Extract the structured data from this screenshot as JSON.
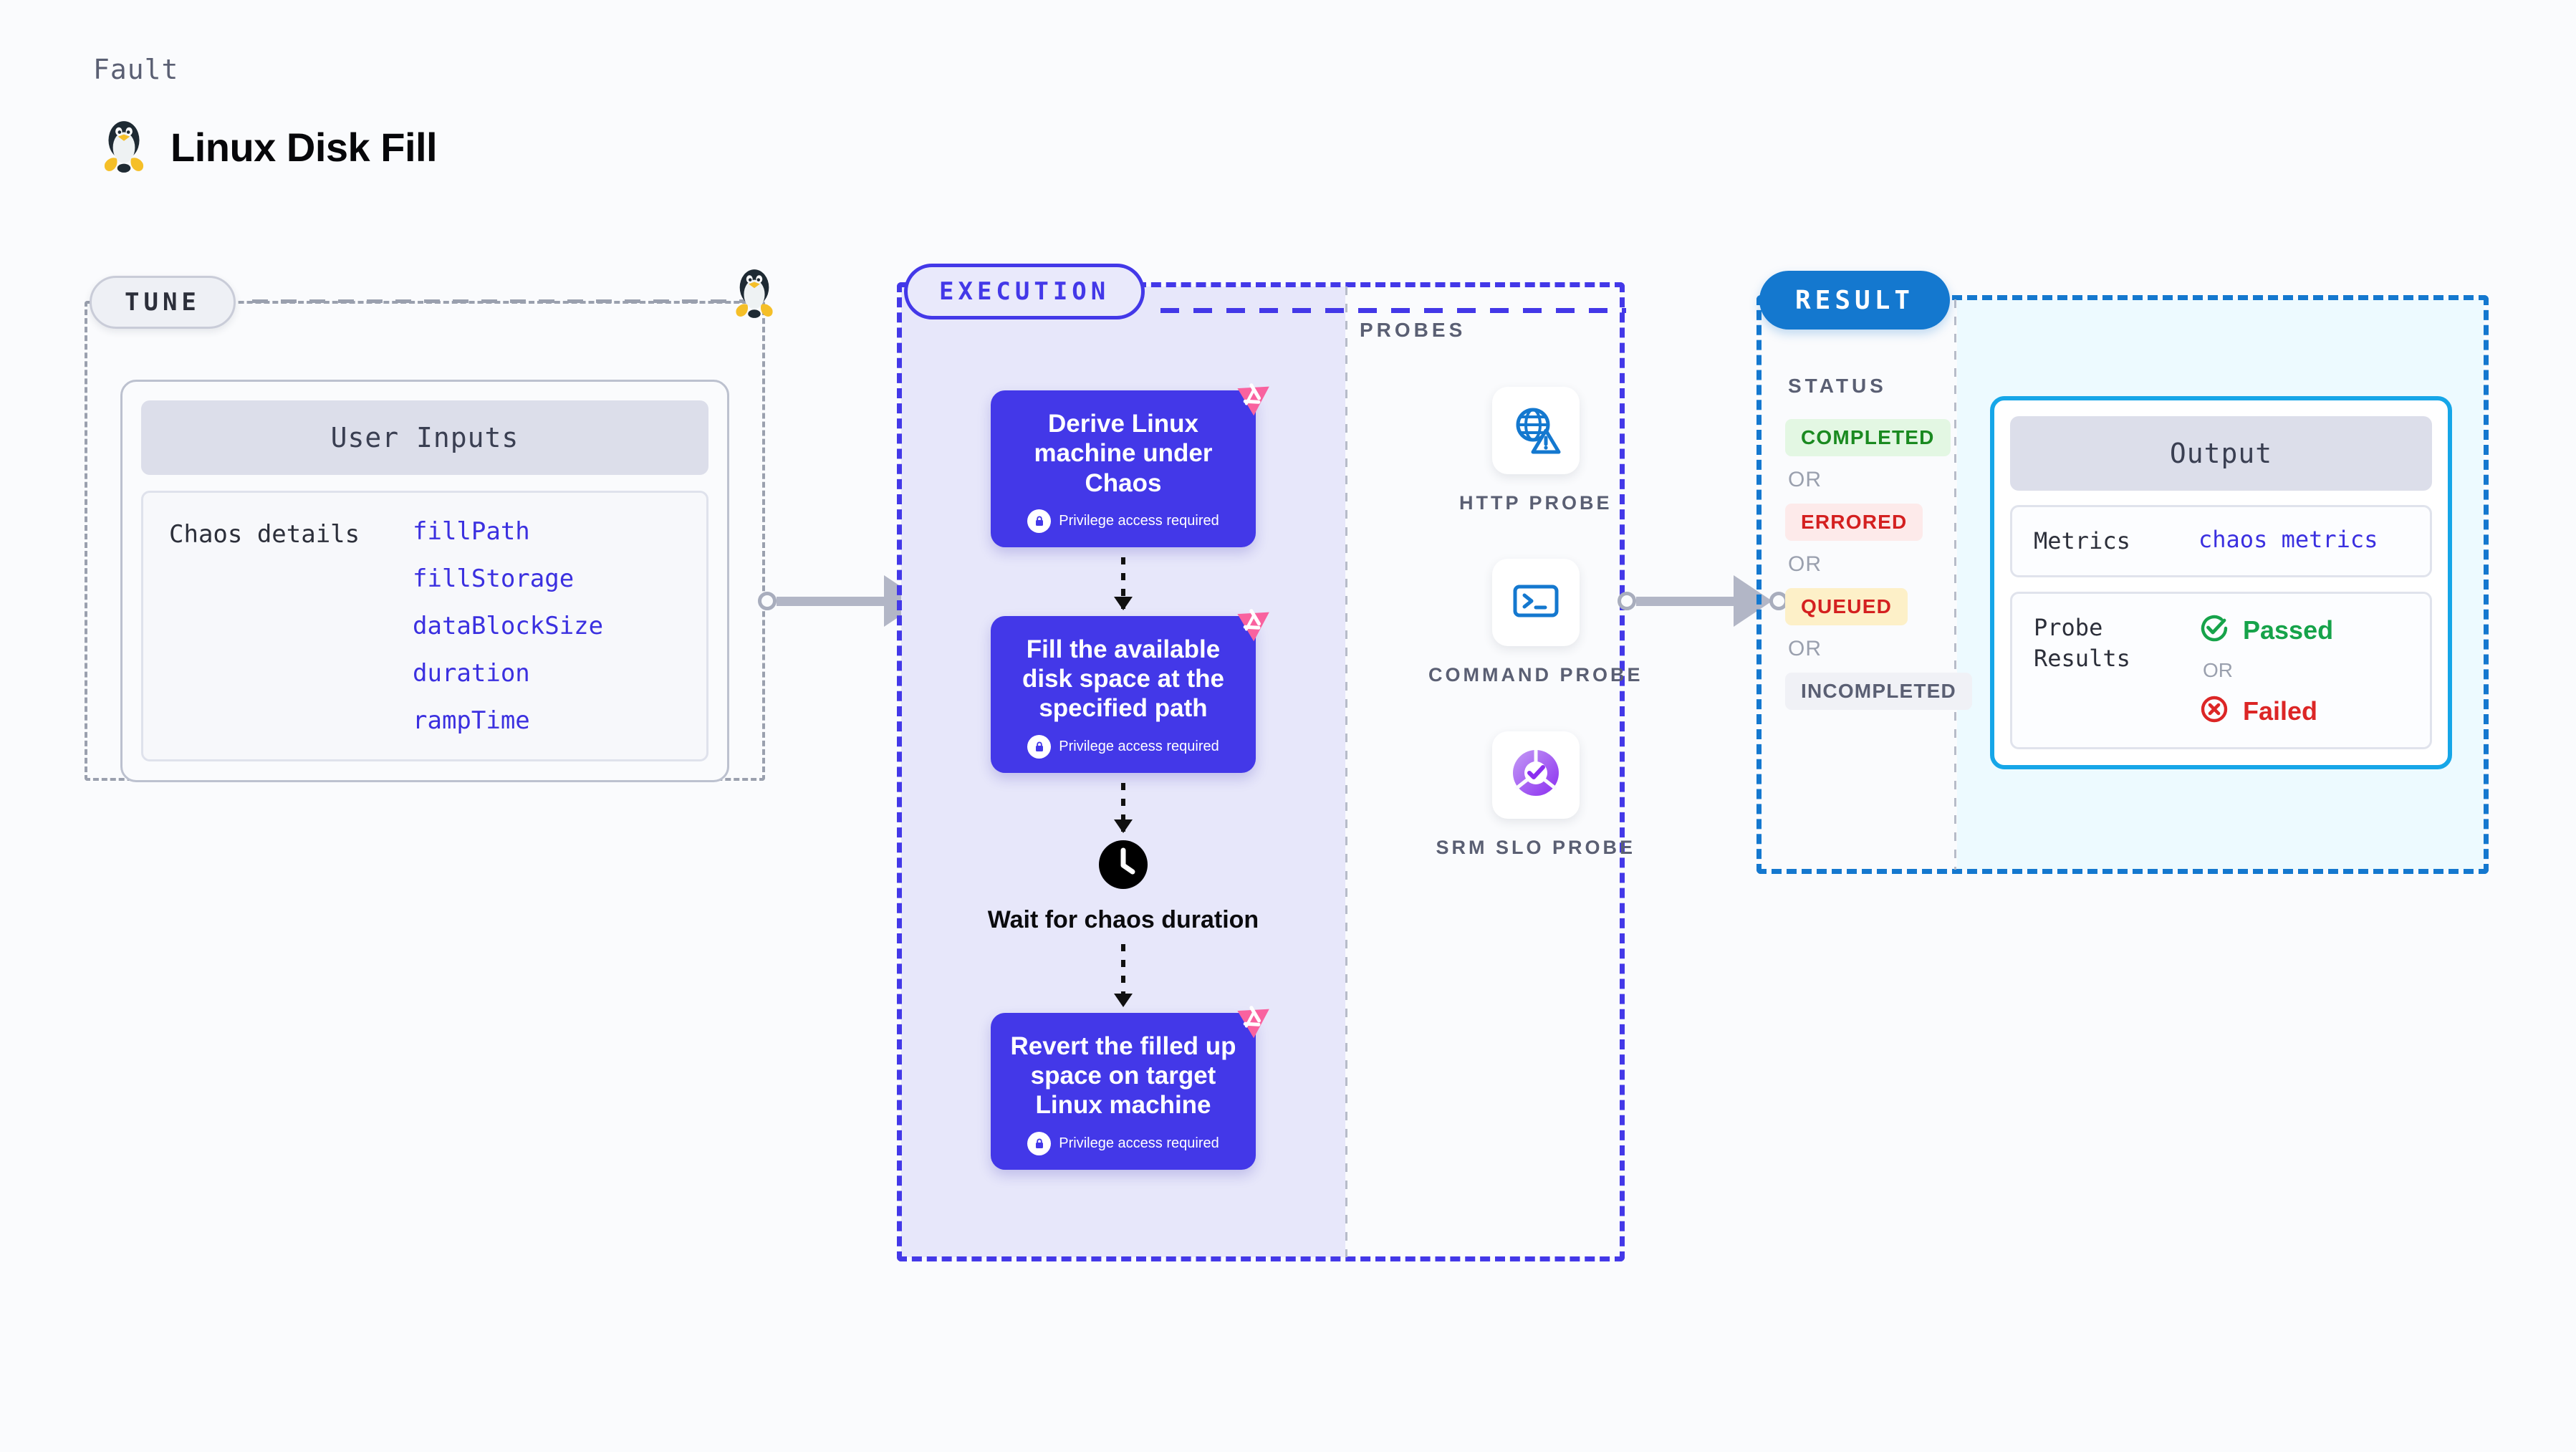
{
  "header": {
    "eyebrow": "Fault",
    "title": "Linux Disk Fill",
    "icon": "linux-penguin-icon"
  },
  "tune": {
    "pill_label": "TUNE",
    "card": {
      "header": "User Inputs",
      "row_label": "Chaos details",
      "params": [
        "fillPath",
        "fillStorage",
        "dataBlockSize",
        "duration",
        "rampTime"
      ]
    }
  },
  "execution": {
    "pill_label": "EXECUTION",
    "steps": [
      {
        "title": "Derive Linux machine under Chaos",
        "privilege": "Privilege access required",
        "badge": "fault-flag-icon"
      },
      {
        "title": "Fill the available disk space at the specified path",
        "privilege": "Privilege access required",
        "badge": "fault-flag-icon"
      },
      {
        "title": "Revert the filled up space on target Linux machine",
        "privilege": "Privilege access required",
        "badge": "fault-flag-icon"
      }
    ],
    "wait": {
      "icon": "clock-icon",
      "label": "Wait for chaos duration"
    }
  },
  "probes": {
    "section_label": "PROBES",
    "items": [
      {
        "name": "HTTP PROBE",
        "icon": "globe-warning-icon"
      },
      {
        "name": "COMMAND PROBE",
        "icon": "terminal-icon"
      },
      {
        "name": "SRM SLO PROBE",
        "icon": "slo-donut-check-icon"
      }
    ]
  },
  "result": {
    "pill_label": "RESULT",
    "status_label": "STATUS",
    "or_label": "OR",
    "statuses": [
      {
        "label": "COMPLETED",
        "color": "#1a8a20",
        "bg": "#e3f7e3"
      },
      {
        "label": "ERRORED",
        "color": "#d42020",
        "bg": "#fdeaea"
      },
      {
        "label": "QUEUED",
        "color": "#d42020",
        "bg": "#fdf0c8"
      },
      {
        "label": "INCOMPLETED",
        "color": "#5a5f73",
        "bg": "#f0f1f6"
      }
    ],
    "output": {
      "header": "Output",
      "metrics_key": "Metrics",
      "metrics_value": "chaos metrics",
      "probe_key": "Probe Results",
      "passed_label": "Passed",
      "passed_icon": "check-circle-icon",
      "or_label": "OR",
      "failed_label": "Failed",
      "failed_icon": "x-circle-icon"
    }
  },
  "colors": {
    "indigo": "#4338e8",
    "blue": "#1478cf",
    "cyan": "#16a6e8",
    "pink": "#f9629f",
    "gray_dash": "#9aa0ae"
  }
}
